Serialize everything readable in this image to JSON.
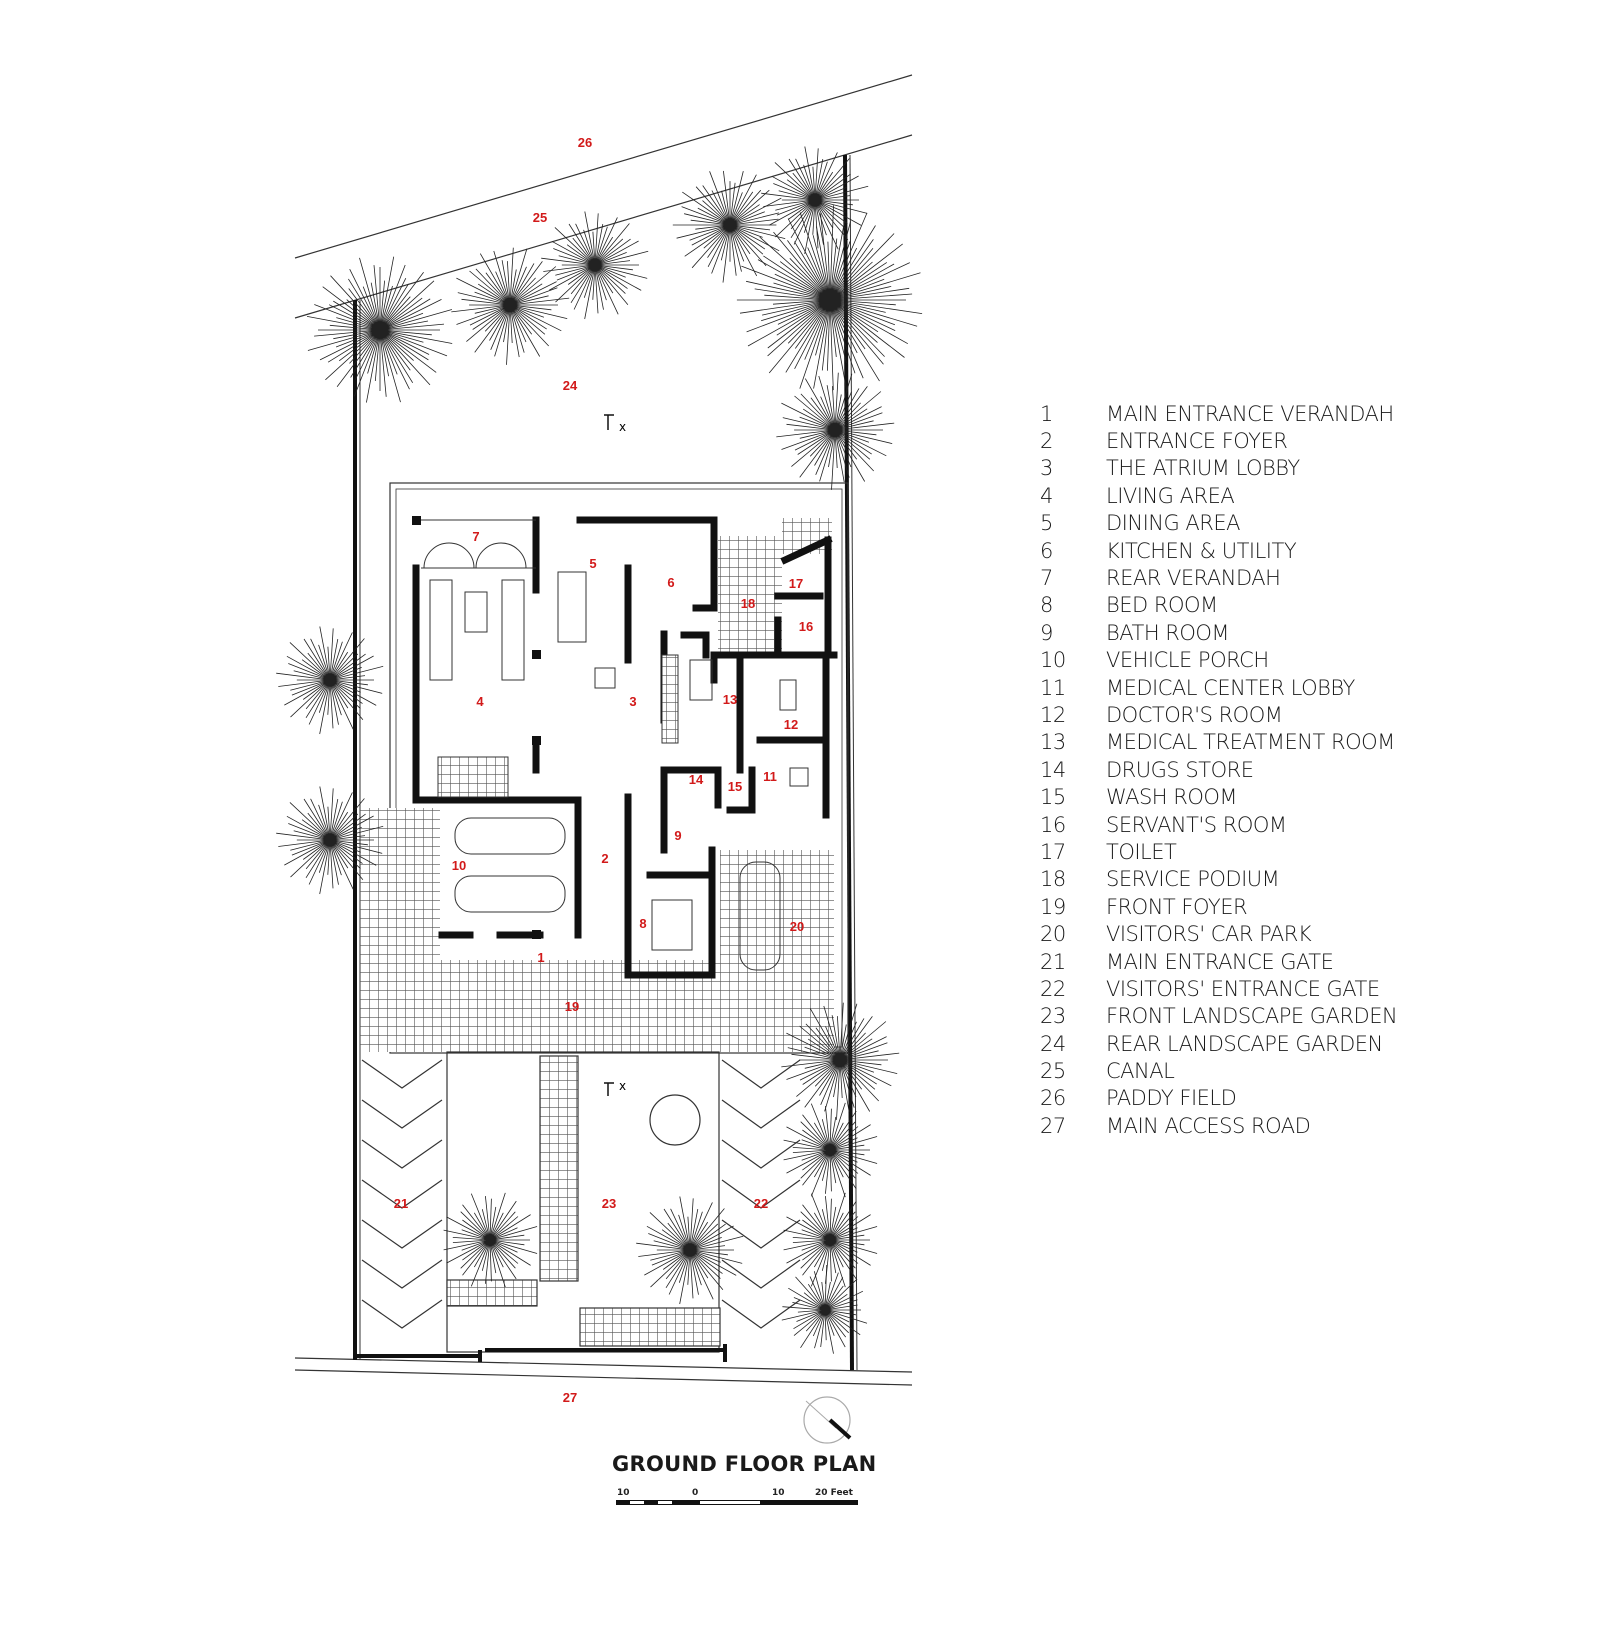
{
  "title": "GROUND FLOOR PLAN",
  "scale_bar": {
    "ticks": [
      "10",
      "0",
      "10",
      "20 Feet"
    ]
  },
  "colors": {
    "room_label": "#d21a1a",
    "wall": "#111111",
    "ink": "#1a1a1a"
  },
  "icons": {
    "north_arrow": "north-arrow-icon",
    "section_marker": "section-marker-icon"
  },
  "room_labels": {
    "l1": "1",
    "l2": "2",
    "l3": "3",
    "l4": "4",
    "l5": "5",
    "l6": "6",
    "l7": "7",
    "l8": "8",
    "l9": "9",
    "l10": "10",
    "l11": "11",
    "l12": "12",
    "l13": "13",
    "l14": "14",
    "l15": "15",
    "l16": "16",
    "l17": "17",
    "l18": "18",
    "l19": "19",
    "l20": "20",
    "l21": "21",
    "l22": "22",
    "l23": "23",
    "l24": "24",
    "l25": "25",
    "l26": "26",
    "l27": "27"
  },
  "markers": {
    "section": "x"
  },
  "legend": [
    {
      "num": "1",
      "name": "MAIN ENTRANCE VERANDAH"
    },
    {
      "num": "2",
      "name": "ENTRANCE FOYER"
    },
    {
      "num": "3",
      "name": "THE ATRIUM LOBBY"
    },
    {
      "num": "4",
      "name": "LIVING AREA"
    },
    {
      "num": "5",
      "name": "DINING AREA"
    },
    {
      "num": "6",
      "name": "KITCHEN & UTILITY"
    },
    {
      "num": "7",
      "name": "REAR VERANDAH"
    },
    {
      "num": "8",
      "name": "BED ROOM"
    },
    {
      "num": "9",
      "name": "BATH ROOM"
    },
    {
      "num": "10",
      "name": "VEHICLE PORCH"
    },
    {
      "num": "11",
      "name": "MEDICAL CENTER LOBBY"
    },
    {
      "num": "12",
      "name": "DOCTOR'S ROOM"
    },
    {
      "num": "13",
      "name": "MEDICAL TREATMENT ROOM"
    },
    {
      "num": "14",
      "name": "DRUGS STORE"
    },
    {
      "num": "15",
      "name": "WASH ROOM"
    },
    {
      "num": "16",
      "name": "SERVANT'S ROOM"
    },
    {
      "num": "17",
      "name": "TOILET"
    },
    {
      "num": "18",
      "name": "SERVICE PODIUM"
    },
    {
      "num": "19",
      "name": "FRONT FOYER"
    },
    {
      "num": "20",
      "name": "VISITORS' CAR PARK"
    },
    {
      "num": "21",
      "name": "MAIN ENTRANCE GATE"
    },
    {
      "num": "22",
      "name": "VISITORS' ENTRANCE GATE"
    },
    {
      "num": "23",
      "name": "FRONT LANDSCAPE GARDEN"
    },
    {
      "num": "24",
      "name": "REAR LANDSCAPE GARDEN"
    },
    {
      "num": "25",
      "name": "CANAL"
    },
    {
      "num": "26",
      "name": "PADDY FIELD"
    },
    {
      "num": "27",
      "name": "MAIN ACCESS ROAD"
    }
  ]
}
